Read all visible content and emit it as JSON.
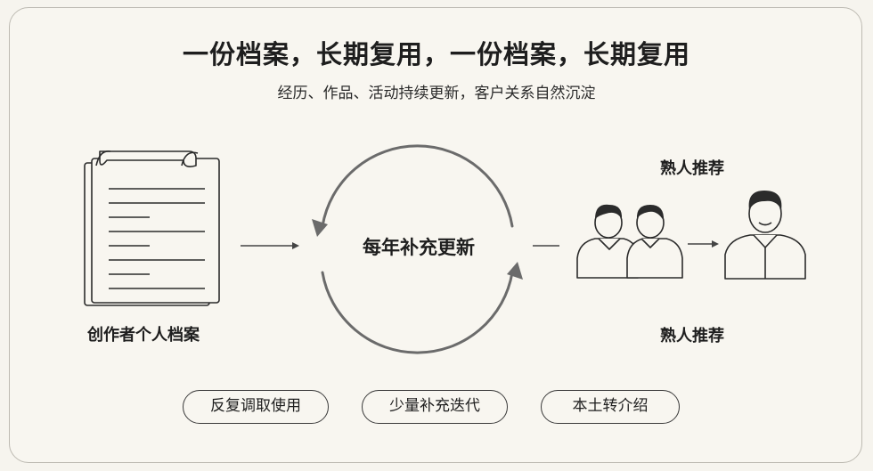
{
  "header": {
    "title": "一份档案，长期复用，一份档案，长期复用",
    "subtitle": "经历、作品、活动持续更新，客户关系自然沉淀"
  },
  "diagram": {
    "document_label": "创作者个人档案",
    "cycle_label": "每年补充更新",
    "referral_label_top": "熟人推荐",
    "referral_label_bottom": "熟人推荐"
  },
  "tags": [
    {
      "label": "反复调取使用"
    },
    {
      "label": "少量补充迭代"
    },
    {
      "label": "本土转介绍"
    }
  ],
  "icons": [
    "document-icon",
    "cycle-arrows-icon",
    "people-pair-icon",
    "person-icon",
    "arrow-right-icon"
  ]
}
